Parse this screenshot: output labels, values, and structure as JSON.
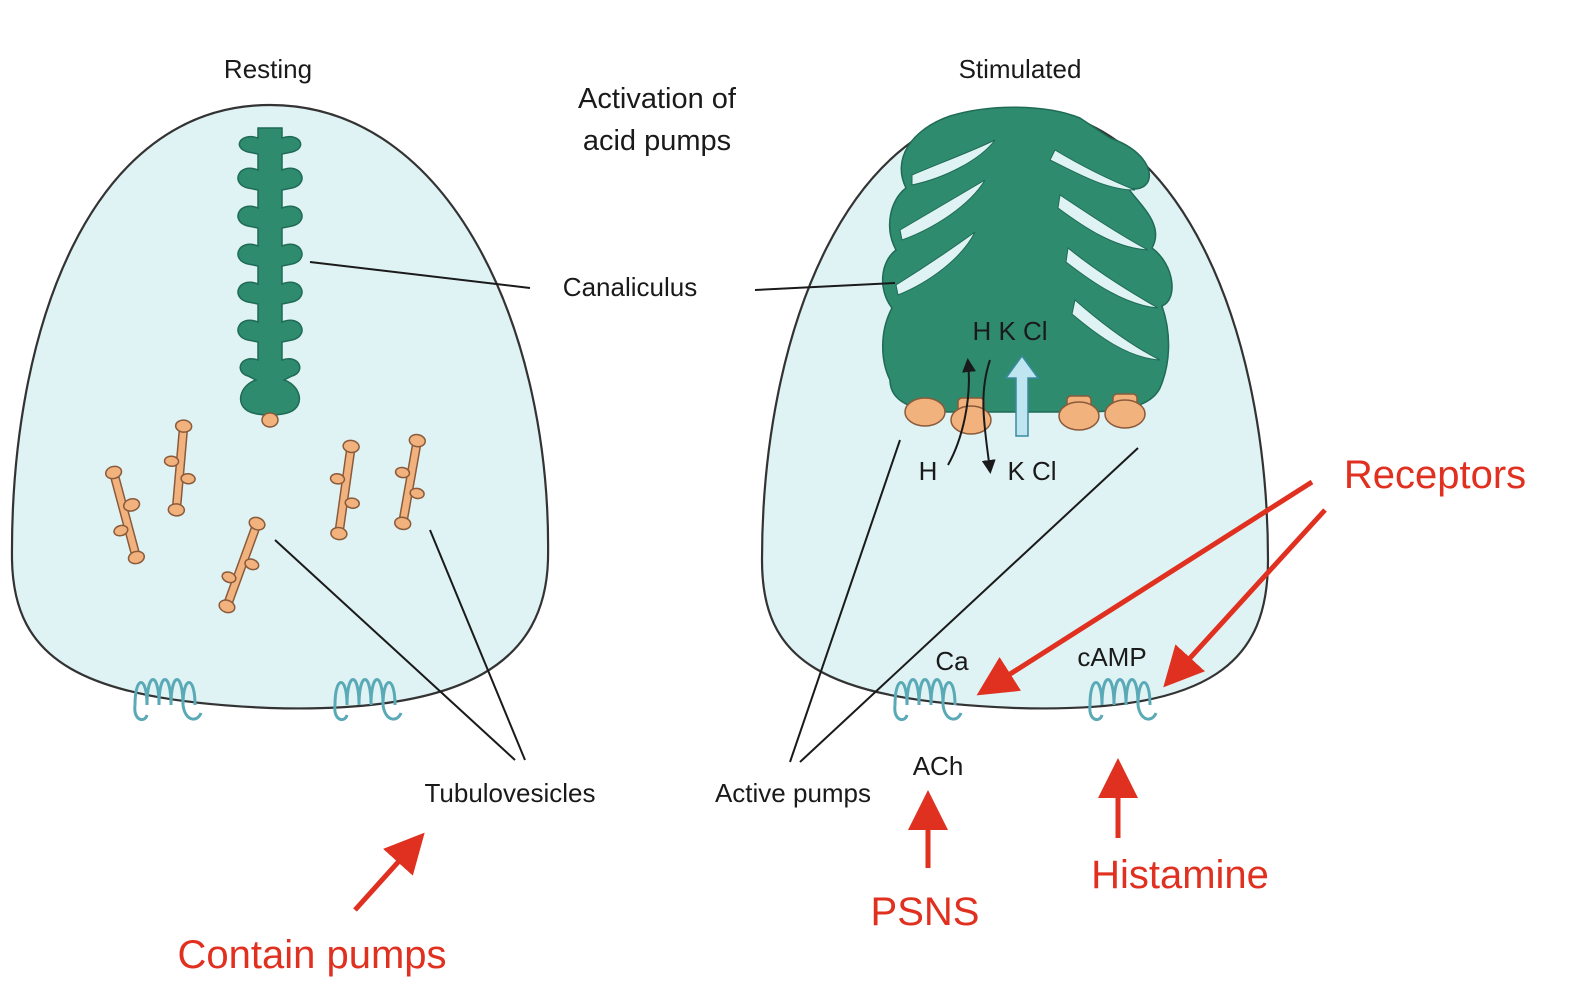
{
  "labels": {
    "resting": "Resting",
    "stimulated": "Stimulated",
    "title_line1": "Activation of",
    "title_line2": "acid pumps",
    "canaliculus": "Canaliculus",
    "tubulovesicles": "Tubulovesicles",
    "active_pumps": "Active pumps",
    "ion_top": "H K Cl",
    "ion_bottom_h": "H",
    "ion_bottom_kcl": "K Cl",
    "ca": "Ca",
    "camp": "cAMP",
    "ach": "ACh"
  },
  "annotations": {
    "contain_pumps": "Contain pumps",
    "receptors": "Receptors",
    "psns": "PSNS",
    "histamine": "Histamine"
  },
  "colors": {
    "cytoplasm": "#dff2f4",
    "canaliculus": "#2e8b6e",
    "pump": "#f2b27e",
    "receptor": "#5aa9b6",
    "annotation": "#e03020",
    "ion_arrow": "#bfe6f0"
  }
}
